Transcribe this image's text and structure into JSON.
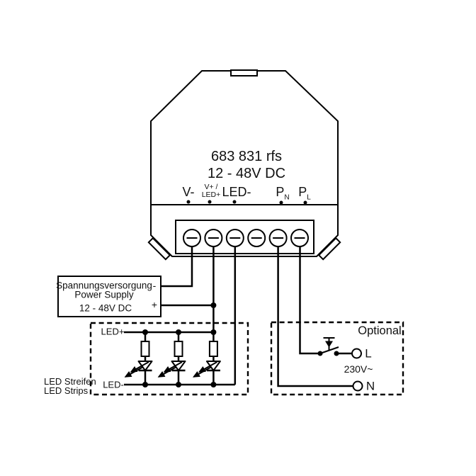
{
  "device": {
    "model": "683 831 rfs",
    "voltage_range": "12 - 48V DC",
    "terminal_labels": {
      "t1": "V-",
      "t2_top": "V+ /",
      "t2_bottom": "LED+",
      "t3": "LED-",
      "t4_main": "P",
      "t4_sub": "N",
      "t5_main": "P",
      "t5_sub": "L"
    }
  },
  "power_supply": {
    "title_de": "Spannungsversorgung",
    "title_en": "Power Supply",
    "voltage": "12 - 48V DC",
    "minus_label": "-",
    "plus_label": "+"
  },
  "led_strips": {
    "positive_label": "LED+",
    "negative_label": "LED-",
    "caption_de": "LED Streifen",
    "caption_en": "LED Strips"
  },
  "optional_circuit": {
    "title": "Optional",
    "mains_voltage": "230V~",
    "live_label": "L",
    "neutral_label": "N"
  },
  "colors": {
    "line": "#000000",
    "text": "#111111",
    "background": "#ffffff"
  }
}
